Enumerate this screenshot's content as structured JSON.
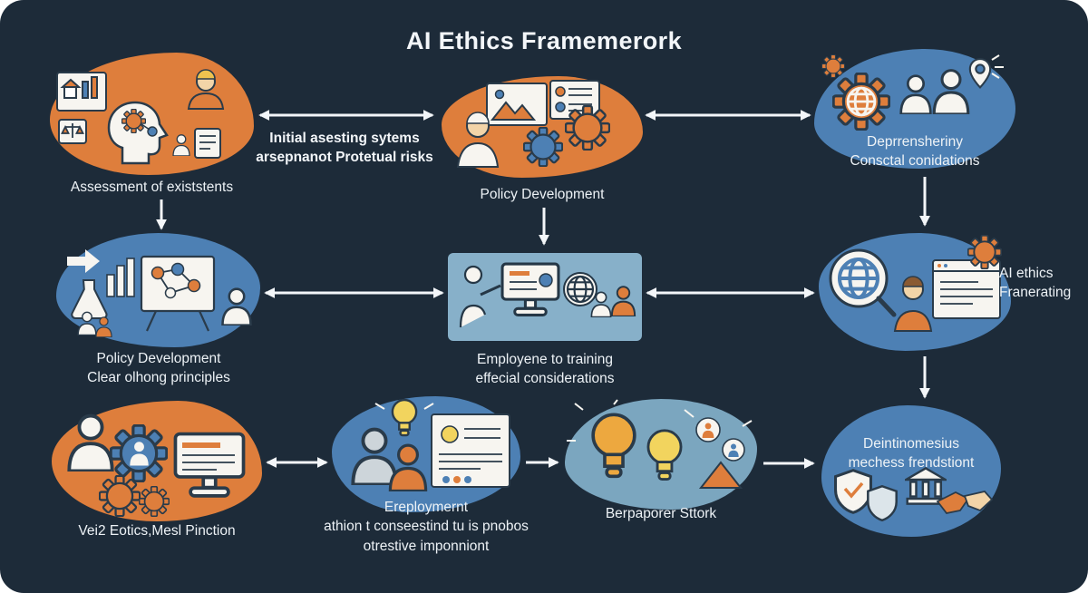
{
  "title": "AI Ethics Framemerork",
  "palette": {
    "background": "#1d2b39",
    "blob_orange": "#de7e3c",
    "blob_blue": "#4d80b4",
    "panel_light_blue": "#87b0c9",
    "blob_teal": "#7ba6bf",
    "text": "#edf2f6",
    "arrow": "#f3f6f9",
    "icon_outline": "#2a3b4a",
    "icon_white": "#f7f5f0",
    "accent_yellow": "#f2d45e"
  },
  "nodes": [
    {
      "id": "assessment",
      "label": "Assessment of existstents",
      "icons": [
        "chart-card-icon",
        "scales-icon",
        "head-gear-icon",
        "person-icon",
        "document-icon"
      ]
    },
    {
      "id": "policy-development-top",
      "label": "Policy Development",
      "icons": [
        "photo-card-icon",
        "list-card-icon",
        "person-icon",
        "gear-icon",
        "gear-icon"
      ]
    },
    {
      "id": "comprehension",
      "label": "Deprrensheriny\nConsctal conidations",
      "icons": [
        "gear-icon",
        "globe-gear-icon",
        "person-icon",
        "person-icon",
        "location-pin-icon",
        "sparkle-icon"
      ]
    },
    {
      "id": "policy-principles",
      "label": "Policy Development\nClear olhong principles",
      "icons": [
        "arrow-icon",
        "flask-icon",
        "bar-chart-icon",
        "network-board-icon",
        "person-icon"
      ]
    },
    {
      "id": "employee-training",
      "label": "Employene to training\neffecial considerations",
      "icons": [
        "presenter-icon",
        "monitor-icon",
        "globe-icon",
        "person-icon",
        "person-icon"
      ]
    },
    {
      "id": "ai-ethics-generating",
      "label": "AI ethics\nFranerating",
      "icons": [
        "magnifier-globe-icon",
        "person-icon",
        "browser-icon",
        "gear-icon"
      ]
    },
    {
      "id": "ethics-function",
      "label": "Vei2 Eotics,Mesl Pinction",
      "icons": [
        "person-icon",
        "gear-person-icon",
        "gear-icon",
        "gear-icon",
        "monitor-icon"
      ]
    },
    {
      "id": "employment",
      "label": "Ereploymernt\nathion t conseestind tu is pnobos\notrestive imponniont",
      "icons": [
        "lightbulb-icon",
        "person-icon",
        "person-icon",
        "browser-icon"
      ]
    },
    {
      "id": "stakeholder",
      "label": "Berpaporer Sttork",
      "icons": [
        "lightbulb-icon",
        "lightbulb-icon",
        "people-network-icon",
        "triangle-chart-icon"
      ]
    },
    {
      "id": "mechanisms",
      "label": "Deintinomesius\nmechess frendstiont",
      "icons": [
        "shield-icon",
        "shield-icon",
        "bank-icon",
        "handshake-icon"
      ]
    }
  ],
  "connectors": [
    {
      "from": "assessment",
      "to": "policy-development-top",
      "direction": "both",
      "text": "Initial asesting sytems\narsepnanot Protetual risks"
    },
    {
      "from": "policy-development-top",
      "to": "comprehension",
      "direction": "both",
      "text": ""
    },
    {
      "from": "assessment",
      "to": "policy-principles",
      "direction": "down",
      "text": ""
    },
    {
      "from": "policy-development-top",
      "to": "employee-training",
      "direction": "down",
      "text": ""
    },
    {
      "from": "comprehension",
      "to": "ai-ethics-generating",
      "direction": "down",
      "text": ""
    },
    {
      "from": "policy-principles",
      "to": "employee-training",
      "direction": "both",
      "text": ""
    },
    {
      "from": "employee-training",
      "to": "ai-ethics-generating",
      "direction": "both",
      "text": ""
    },
    {
      "from": "ai-ethics-generating",
      "to": "mechanisms",
      "direction": "down",
      "text": ""
    },
    {
      "from": "ethics-function",
      "to": "employment",
      "direction": "both",
      "text": ""
    },
    {
      "from": "employment",
      "to": "stakeholder",
      "direction": "right",
      "text": ""
    },
    {
      "from": "stakeholder",
      "to": "mechanisms",
      "direction": "right",
      "text": ""
    }
  ]
}
